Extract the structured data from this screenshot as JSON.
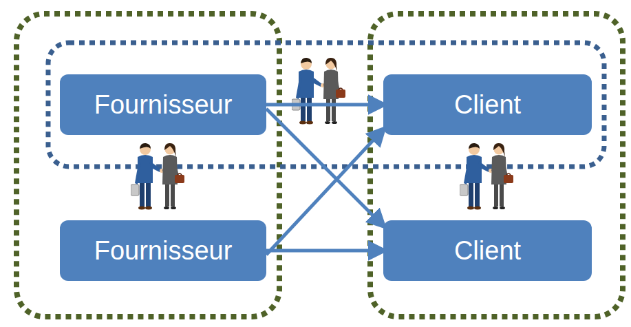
{
  "diagram": {
    "nodes": [
      {
        "text": [
          "Fournisseur"
        ]
      },
      {
        "text": [
          "Client"
        ]
      },
      {
        "text": [
          "Fournisseur"
        ]
      },
      {
        "text": [
          "Client"
        ]
      }
    ],
    "edges": [
      {
        "from": 0,
        "to": 1,
        "arrow": "to"
      },
      {
        "from": 0,
        "to": 3,
        "arrow": "to"
      },
      {
        "from": 2,
        "to": 1,
        "arrow": "to"
      },
      {
        "from": 2,
        "to": 3,
        "arrow": "to"
      }
    ]
  }
}
